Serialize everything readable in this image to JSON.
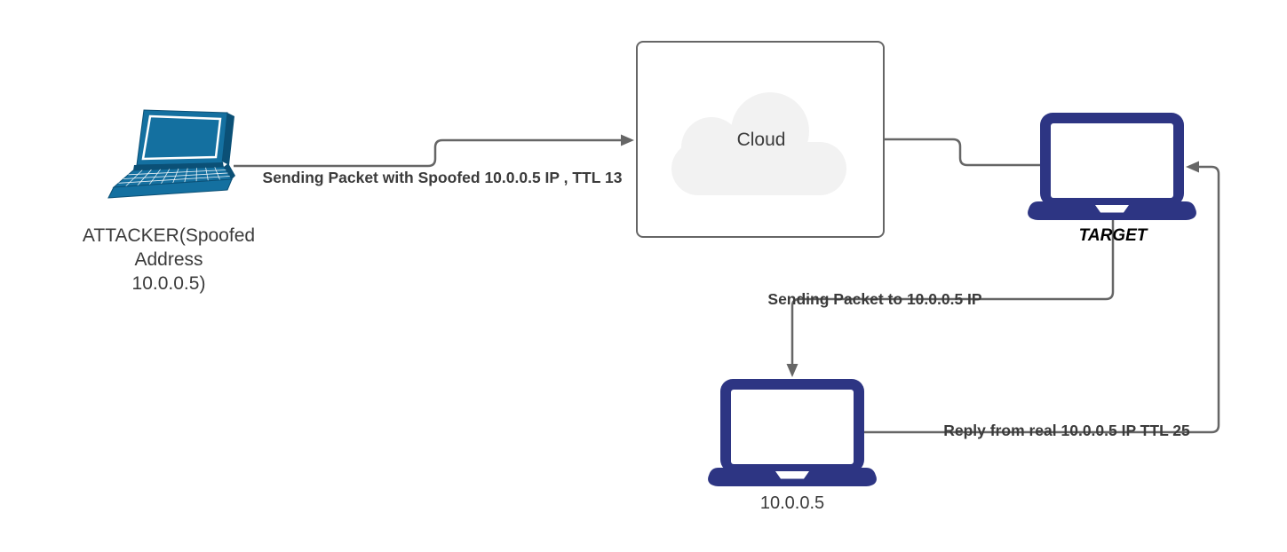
{
  "colors": {
    "canvas_bg": "#ffffff",
    "connector": "#666666",
    "attacker_main": "#1470a0",
    "attacker_dark": "#0b5076",
    "host_laptop": "#2d3583",
    "cloud_fill": "#f2f2f2",
    "cloud_border": "#666666",
    "node_label": "#3b3b3b",
    "edge_label": "#3b3b3b",
    "target_label": "#000000"
  },
  "nodes": {
    "attacker": {
      "icon": "laptop-3d-icon",
      "label_lines": [
        "ATTACKER(Spoofed",
        "Address",
        "10.0.0.5)"
      ]
    },
    "cloud": {
      "icon": "cloud-icon",
      "label": "Cloud"
    },
    "target": {
      "icon": "laptop-icon",
      "label": "TARGET"
    },
    "real_host": {
      "icon": "laptop-icon",
      "label": "10.0.0.5"
    }
  },
  "edges": {
    "attacker_to_cloud": {
      "label": "Sending Packet with Spoofed 10.0.0.5 IP , TTL 13"
    },
    "cloud_to_target": {
      "label": ""
    },
    "target_to_real_host": {
      "label": "Sending Packet to 10.0.0.5 IP"
    },
    "real_host_to_target": {
      "label": "Reply from real 10.0.0.5 IP TTL 25"
    }
  }
}
